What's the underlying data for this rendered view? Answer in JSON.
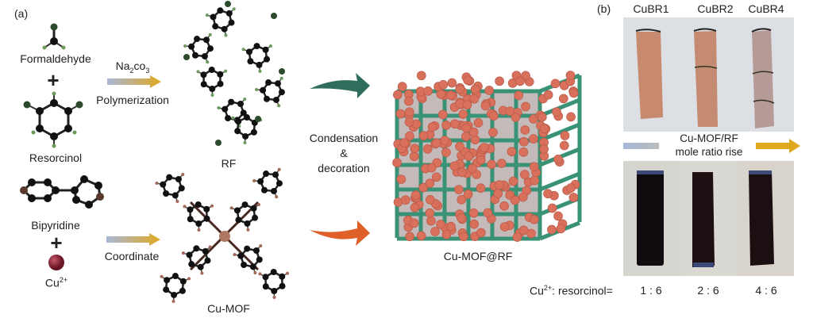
{
  "panel_a": {
    "label": "(a)",
    "formaldehyde": "Formaldehyde",
    "plus": "+",
    "resorcinol": "Resorcinol",
    "bipyridine": "Bipyridine",
    "cu_ion": "Cu",
    "cu_charge": "2+",
    "catalyst_main": "Na",
    "catalyst_sub": "2",
    "catalyst_rest": "co",
    "catalyst_sub2": "3",
    "step_polymerization": "Polymerization",
    "step_coordinate": "Coordinate",
    "product_rf": "RF",
    "product_cumof": "Cu-MOF",
    "step_condensation": "Condensation",
    "step_and": "&",
    "step_decoration": "decoration",
    "final_product": "Cu-MOF@RF"
  },
  "panel_b": {
    "label": "(b)",
    "samples": [
      "CuBR1",
      "CuBR2",
      "CuBR4"
    ],
    "ratio_line1": "Cu-MOF/RF",
    "ratio_line2": "mole ratio rise",
    "ratio_label_main": "Cu",
    "ratio_label_sup": "2+",
    "ratio_label_rest": ": resorcinol=",
    "ratios": [
      "1 : 6",
      "2 : 6",
      "4 : 6"
    ]
  },
  "colors": {
    "arrow_gradient_start": "#a8b8d8",
    "arrow_gradient_end": "#e0a820",
    "green_arrow": "#2f6e5c",
    "orange_arrow": "#e0602a",
    "framework": "#3a9276",
    "sphere": "#d9705c"
  }
}
